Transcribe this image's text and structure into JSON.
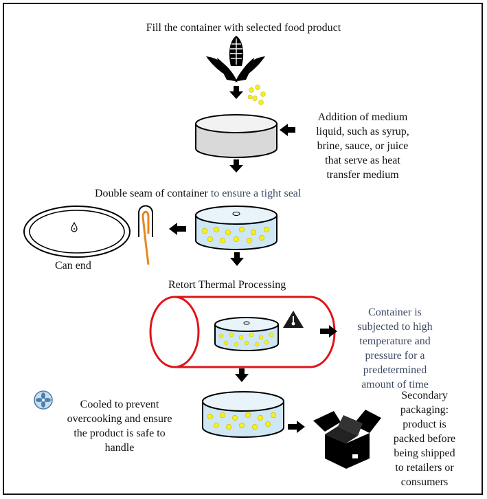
{
  "title": "Fill the container with selected food product",
  "medium_text": [
    "Addition of medium",
    "liquid, such as syrup,",
    "brine, sauce, or juice",
    "that serve as heat",
    "transfer medium"
  ],
  "seam": {
    "main": "Double seam of container",
    "accent": " to ensure a tight seal"
  },
  "can_end_label": "Can end",
  "retort_title": "Retort Thermal Processing",
  "retort_text": [
    "Container is",
    "subjected to high",
    "temperature and",
    "pressure for a",
    "predetermined",
    "amount of time"
  ],
  "cool_text": [
    "Cooled to prevent",
    "overcooking and ensure",
    "the product is safe to",
    "handle"
  ],
  "secondary_text": [
    "Secondary",
    "packaging:",
    "product is",
    "packed before",
    "being shipped",
    "to retailers or",
    "consumers"
  ],
  "colors": {
    "liquid": "#cfe6f5",
    "bead": "#f4ef1f",
    "retort": "#e0141b",
    "accent_text": "#3d4a63",
    "grey_can": "#d9d9d9"
  },
  "icons": [
    "corn-icon",
    "food-pieces",
    "thermometer-warning-icon",
    "fan-icon",
    "box-icon",
    "double-seam-icon"
  ]
}
